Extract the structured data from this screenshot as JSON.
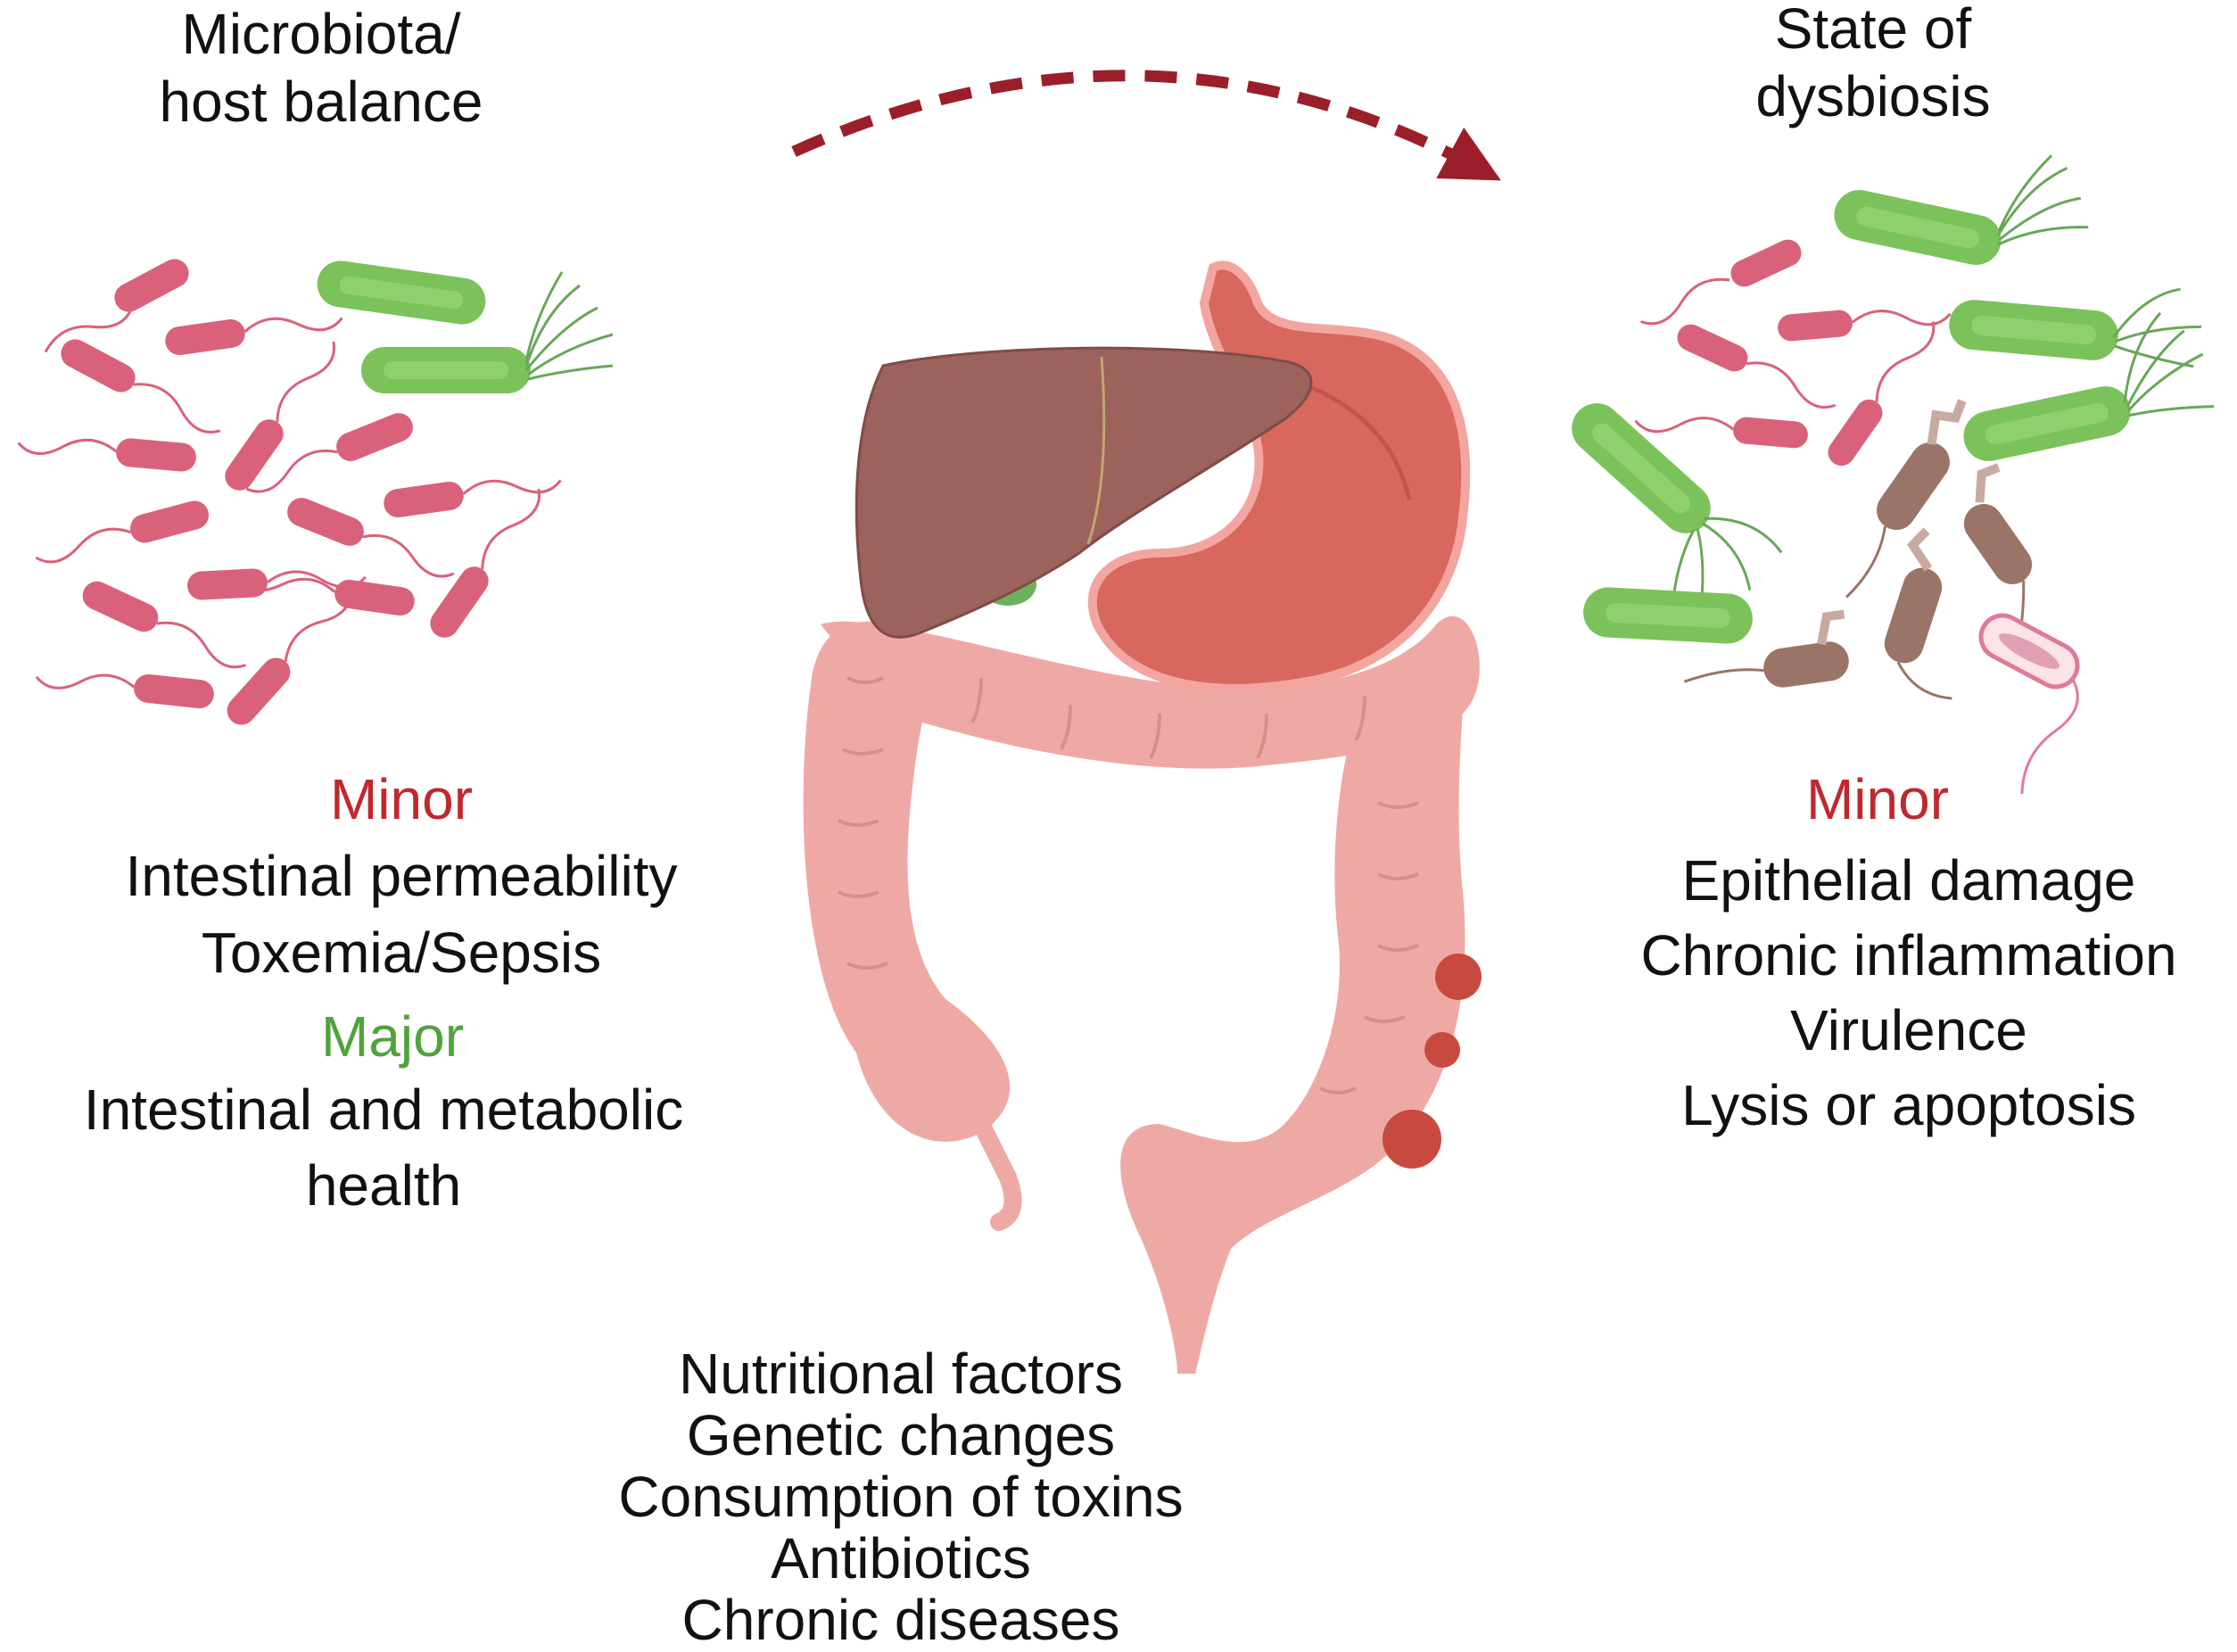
{
  "left_panel": {
    "title_line1": "Microbiota/",
    "title_line2": "host balance",
    "minor_label": "Minor",
    "minor_items": [
      "Intestinal permeability",
      "Toxemia/Sepsis"
    ],
    "major_label": "Major",
    "major_items": [
      "Intestinal and metabolic",
      "health"
    ]
  },
  "right_panel": {
    "title_line1": "State of",
    "title_line2": "dysbiosis",
    "minor_label": "Minor",
    "minor_items": [
      "Epithelial damage",
      "Chronic inflammation",
      "Virulence",
      "Lysis or apoptosis"
    ]
  },
  "factors": [
    "Nutritional factors",
    "Genetic changes",
    "Consumption of toxins",
    "Antibiotics",
    "Chronic diseases"
  ],
  "colors": {
    "minor": "#c0282d",
    "major": "#4fa33a",
    "arrow": "#9b1f2b",
    "bacteria_pink": "#d9627a",
    "bacteria_green": "#7cc25a",
    "bacteria_brown": "#9a7466",
    "liver": "#9c625c",
    "stomach": "#d8675d",
    "intestine": "#efa9a5"
  }
}
